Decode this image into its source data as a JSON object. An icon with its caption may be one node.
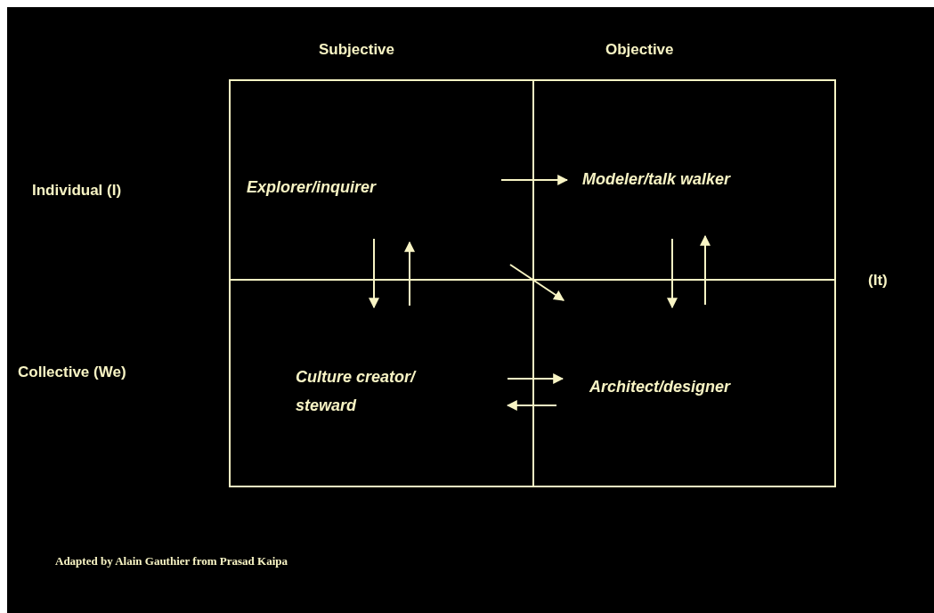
{
  "diagram": {
    "caption": "Adapted by Alain Gauthier from Prasad Kaipa",
    "nodes": [
      {
        "text": [
          "Explorer/inquirer"
        ]
      },
      {
        "text": [
          "Modeler/talk walker"
        ]
      },
      {
        "text": [
          "Culture creator/ steward"
        ]
      },
      {
        "text": [
          "Architect/designer"
        ]
      }
    ],
    "edges": [
      {
        "from": 0,
        "to": 1,
        "arrow": "to"
      },
      {
        "from": 0,
        "to": 2,
        "arrow": "to"
      },
      {
        "from": 2,
        "to": 0,
        "arrow": "to"
      },
      {
        "from": 0,
        "to": 3,
        "arrow": "to"
      },
      {
        "from": 1,
        "to": 3,
        "arrow": "to"
      },
      {
        "from": 3,
        "to": 1,
        "arrow": "to"
      },
      {
        "from": 2,
        "to": 3,
        "arrow": "to"
      },
      {
        "from": 3,
        "to": 2,
        "arrow": "to"
      }
    ],
    "labels": [
      "Subjective",
      "Objective",
      "Individual (I)",
      "(It)",
      "Collective (We)"
    ]
  }
}
